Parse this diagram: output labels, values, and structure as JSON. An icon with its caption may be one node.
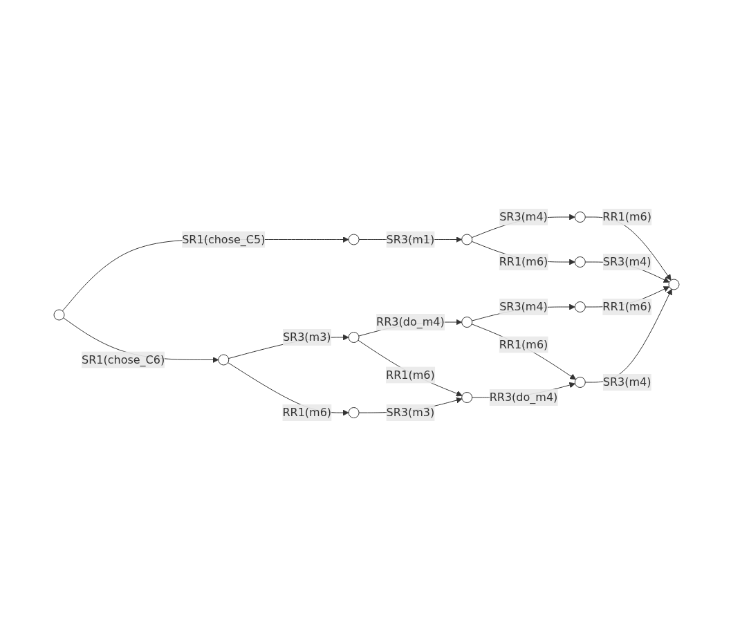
{
  "diagram": {
    "nodes": [
      {
        "text": [],
        "shape": "circle"
      },
      {
        "text": [],
        "shape": "circle"
      },
      {
        "text": [],
        "shape": "circle"
      },
      {
        "text": [],
        "shape": "circle"
      },
      {
        "text": [],
        "shape": "circle"
      },
      {
        "text": [],
        "shape": "circle"
      },
      {
        "text": [],
        "shape": "circle"
      },
      {
        "text": [],
        "shape": "circle"
      },
      {
        "text": [],
        "shape": "circle"
      },
      {
        "text": [],
        "shape": "circle"
      },
      {
        "text": [],
        "shape": "circle"
      },
      {
        "text": [],
        "shape": "circle"
      },
      {
        "text": [],
        "shape": "circle"
      }
    ],
    "edges": [
      {
        "from": 0,
        "to": 1,
        "arrow": "to",
        "label": "SR1(chose_C5)"
      },
      {
        "from": 1,
        "to": 2,
        "arrow": "to",
        "label": "SR3(m1)"
      },
      {
        "from": 2,
        "to": 3,
        "arrow": "to",
        "label": "SR3(m4)"
      },
      {
        "from": 3,
        "to": 9,
        "arrow": "to",
        "label": "RR1(m6)"
      },
      {
        "from": 2,
        "to": 4,
        "arrow": "to",
        "label": "RR1(m6)"
      },
      {
        "from": 4,
        "to": 9,
        "arrow": "to",
        "label": "SR3(m4)"
      },
      {
        "from": 0,
        "to": 5,
        "arrow": "to",
        "label": "SR1(chose_C6)"
      },
      {
        "from": 5,
        "to": 6,
        "arrow": "to",
        "label": "SR3(m3)"
      },
      {
        "from": 6,
        "to": 7,
        "arrow": "to",
        "label": "RR3(do_m4)"
      },
      {
        "from": 7,
        "to": 8,
        "arrow": "to",
        "label": "SR3(m4)"
      },
      {
        "from": 8,
        "to": 9,
        "arrow": "to",
        "label": "RR1(m6)"
      },
      {
        "from": 7,
        "to": 10,
        "arrow": "to",
        "label": "RR1(m6)"
      },
      {
        "from": 10,
        "to": 9,
        "arrow": "to",
        "label": "SR3(m4)"
      },
      {
        "from": 6,
        "to": 11,
        "arrow": "to",
        "label": "RR1(m6)"
      },
      {
        "from": 11,
        "to": 10,
        "arrow": "to",
        "label": "RR3(do_m4)"
      },
      {
        "from": 5,
        "to": 12,
        "arrow": "to",
        "label": "RR1(m6)"
      },
      {
        "from": 12,
        "to": 11,
        "arrow": "to",
        "label": "SR3(m3)"
      }
    ]
  }
}
